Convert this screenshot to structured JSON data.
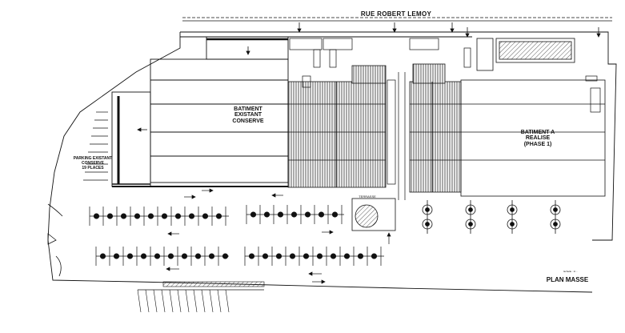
{
  "street_label": "RUE ROBERT LEMOY",
  "existing_building": {
    "line1": "BATIMENT",
    "line2": "EXISTANT",
    "line3": "CONSERVE"
  },
  "new_building": {
    "line1": "BATIMENT A",
    "line2": "REALISE",
    "line3": "(PHASE 1)"
  },
  "parking": {
    "line1": "PARKING EXISTANT",
    "line2": "CONSERVE",
    "line3": "19 PLACES"
  },
  "terrace_label": "TERRASSE",
  "title": "PLAN MASSE",
  "scale_note": "Echelle : 1/... ",
  "colors": {
    "ink": "#111111",
    "hatch": "#333333",
    "paper": "#ffffff"
  }
}
